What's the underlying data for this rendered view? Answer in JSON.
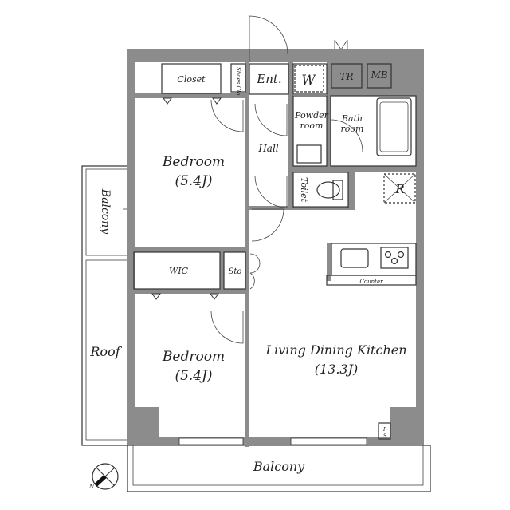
{
  "floor_plan": {
    "rooms": {
      "closet": "Closet",
      "shoes_closet": "Shoes Clo",
      "entrance": "Ent.",
      "washer": "W",
      "trunk_room": "TR",
      "meter_box": "MB",
      "bedroom_1": {
        "name": "Bedroom",
        "size": "(5.4J)"
      },
      "hall": "Hall",
      "powder_room": [
        "Powder",
        "room"
      ],
      "bathroom": [
        "Bath",
        "room"
      ],
      "toilet": "Toilet",
      "refrigerator": "R",
      "balcony_side": "Balcony",
      "wic": "WIC",
      "storage": "Sto",
      "counter": "Counter",
      "roof": "Roof",
      "bedroom_2": {
        "name": "Bedroom",
        "size": "(5.4J)"
      },
      "ldk": {
        "name": "Living Dining Kitchen",
        "size": "(13.3J)"
      },
      "pipe_space": [
        "P",
        "S"
      ],
      "balcony_main": "Balcony"
    },
    "compass": "N",
    "wall_color": "#8c8c8c"
  }
}
